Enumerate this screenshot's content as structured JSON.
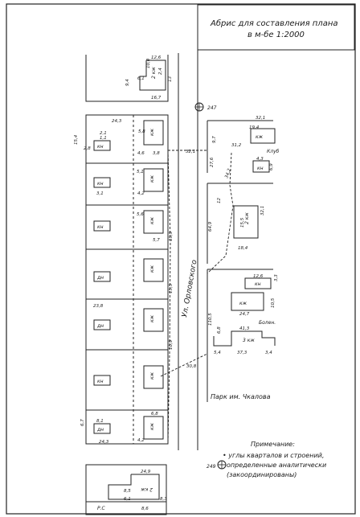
{
  "title": {
    "line1": "Абрис для составления плана",
    "line2": "в м-бе 1:2000"
  },
  "street_name": "Ул. Орловского",
  "park_name": "Парк им. Чкалова",
  "note": {
    "heading": "Примечание:",
    "line1": "• углы кварталов и строений,",
    "line2": "определенные аналитически",
    "line3": "(закоординированы)"
  },
  "stations": [
    {
      "id": "247"
    },
    {
      "id": "249"
    }
  ],
  "building_labels": {
    "kzh": "кж",
    "kzh2": "2 кж",
    "kzh3": "3 кж",
    "kn": "кн",
    "dn": "дн",
    "club": "Клуб",
    "boln": "Болен.",
    "rs": "Р.С"
  },
  "measurements": {
    "top_block": [
      "12,6",
      "10,0",
      "2,4",
      "13",
      "9,4",
      "6,1",
      "16,7"
    ],
    "left_block": [
      "24,3",
      "2,1",
      "1,1",
      "2,8",
      "4,6",
      "3,8",
      "15,4",
      "5,8",
      "3,1",
      "4,2",
      "5,1",
      "5,6",
      "5,7",
      "8,1",
      "6,8",
      "4,2",
      "23,8",
      "24,3",
      "6,7"
    ],
    "right_block": [
      "32,1",
      "19,4",
      "4,3",
      "31,2",
      "6,9",
      "9,7",
      "27,6",
      "15,5",
      "32,1",
      "18,4",
      "12,6",
      "24,7",
      "10,5",
      "41,3",
      "37,3",
      "5,4",
      "3,4",
      "3,3",
      "6,8",
      "110,5",
      "64,9",
      "12"
    ],
    "bottom_block": [
      "24,9",
      "8,5",
      "6,1",
      "8,3",
      "8,6"
    ],
    "distances": [
      "32,1",
      "34,2",
      "30,8",
      "15,5",
      "19,9",
      "10,9"
    ]
  }
}
